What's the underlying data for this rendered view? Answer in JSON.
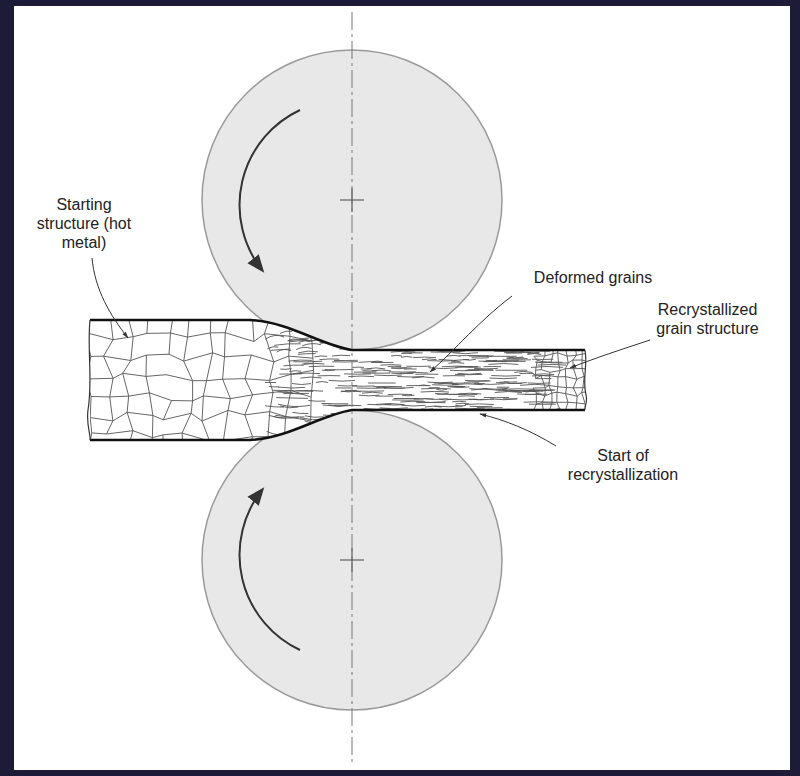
{
  "diagram": {
    "labels": [
      "Starting structure (hot metal)",
      "Deformed grains",
      "Recrystallized grain structure",
      "Start of recrystallization"
    ]
  }
}
